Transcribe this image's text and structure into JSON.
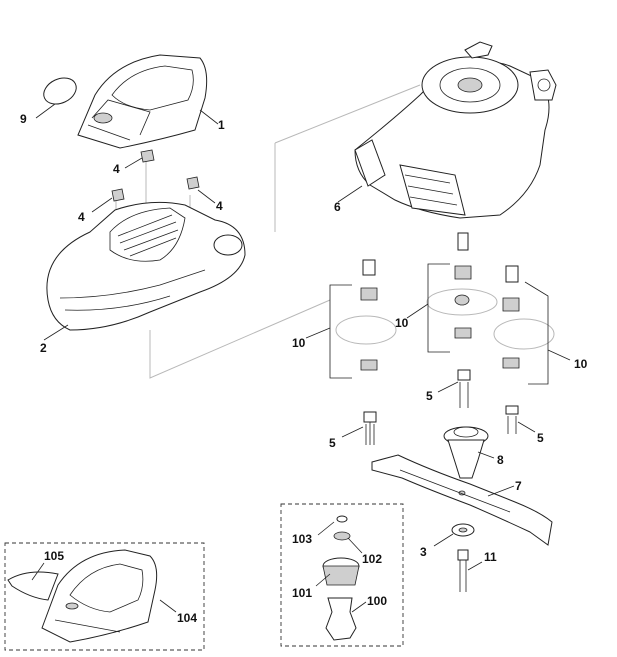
{
  "labels": {
    "cover_top": "1",
    "cover_main": "2",
    "nut_left": "4",
    "nut_top": "4",
    "nut_right": "4",
    "badge": "9",
    "engine": "6",
    "spacer_left": "10",
    "spacer_center": "10",
    "spacer_right": "10",
    "bolt_left": "5",
    "bolt_center": "5",
    "bolt_right": "5",
    "blade_adapter": "8",
    "blade": "7",
    "washer": "3",
    "blade_bolt": "11",
    "kit_part_103": "103",
    "kit_part_102": "102",
    "kit_part_101": "101",
    "kit_part_100": "100",
    "kit_cover_105": "105",
    "kit_cover_104": "104"
  },
  "colors": {
    "line": "#222222",
    "ghost": "#b8b8b8",
    "background": "#ffffff"
  }
}
